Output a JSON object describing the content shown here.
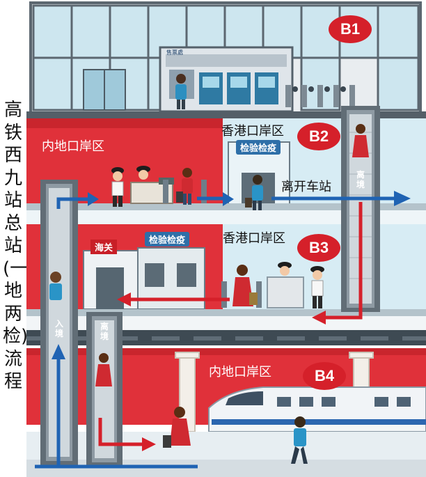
{
  "title": "高铁西九站总站(一地两检)流程",
  "levels": {
    "b1": {
      "badge": "B1",
      "ticket_office_sign": "售票處"
    },
    "b2": {
      "badge": "B2",
      "mainland_zone": "内地口岸区",
      "hk_zone": "香港口岸区",
      "inspection_sign": "检验检疫",
      "exit_label": "离开车站"
    },
    "b3": {
      "badge": "B3",
      "hk_zone": "香港口岸区",
      "customs_sign": "海关",
      "inspection_sign": "检验检疫"
    },
    "b4": {
      "badge": "B4",
      "mainland_zone": "内地口岸区"
    }
  },
  "escalators": {
    "right_departure": "离境",
    "left_arrival": "入境",
    "middle_departure": "离境"
  },
  "colors": {
    "red": "#d5202a",
    "blue_arrow": "#1f63b3",
    "glass": "#cde6ef",
    "light_blue_wall": "#d7ecf4"
  }
}
